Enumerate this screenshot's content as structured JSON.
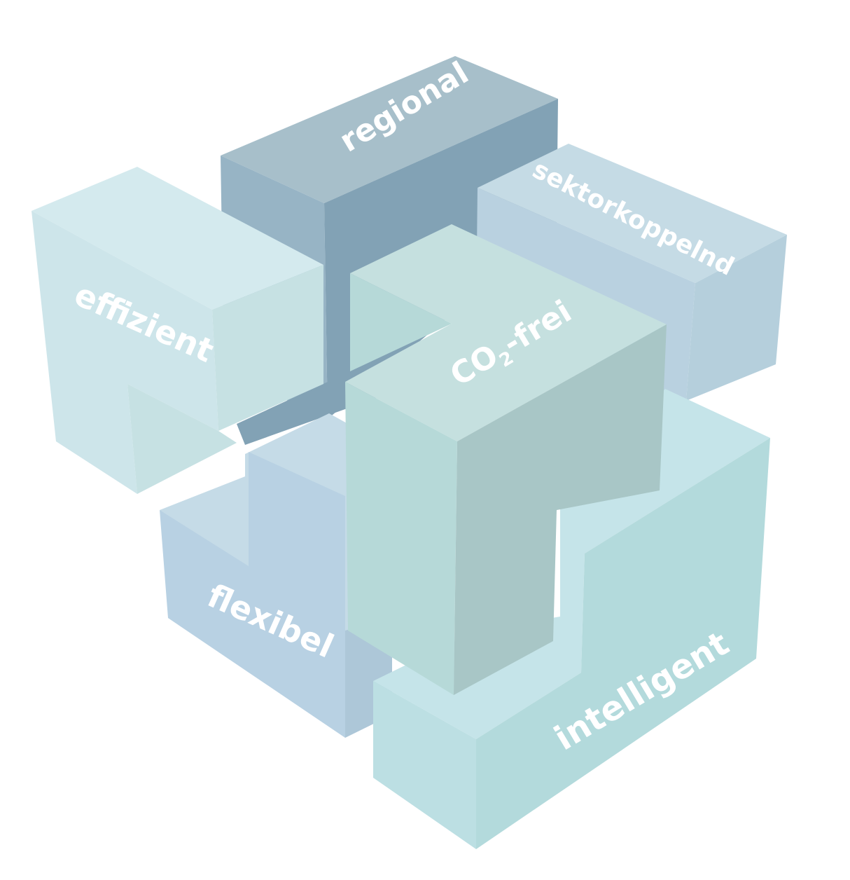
{
  "diagram": {
    "blocks": [
      {
        "id": "regional",
        "label": "regional",
        "colors": {
          "top": "#a7bfca",
          "left": "#97b4c5",
          "right": "#82a2b5"
        }
      },
      {
        "id": "sektorkoppelnd",
        "label": "sektorkoppelnd",
        "colors": {
          "top": "#c5dbe5",
          "left": "#b9d1e0",
          "right": "#b5cfdc"
        }
      },
      {
        "id": "effizient",
        "label": "effizient",
        "colors": {
          "top": "#d4eaee",
          "left": "#cde5ea",
          "right": "#c6e1e3"
        }
      },
      {
        "id": "flexibel",
        "label": "flexibel",
        "colors": {
          "top": "#c5dbe7",
          "left": "#b8d1e3",
          "right": "#adc7d8"
        }
      },
      {
        "id": "co2frei",
        "label_prefix": "CO",
        "label_sub": "2",
        "label_suffix": "-frei",
        "colors": {
          "top": "#c5e0df",
          "left": "#b6d9d8",
          "right": "#a8c6c6"
        }
      },
      {
        "id": "intelligent",
        "label": "intelligent",
        "colors": {
          "top": "#c5e4e9",
          "left": "#bcdfe3",
          "right": "#b3dadc"
        }
      }
    ]
  }
}
